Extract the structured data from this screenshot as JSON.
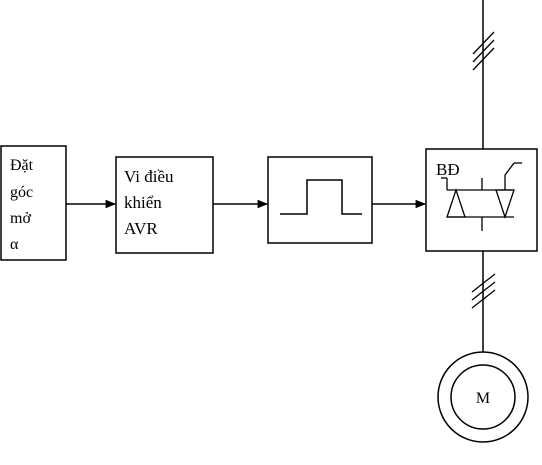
{
  "blocks": {
    "set_angle": {
      "lines": [
        "Đặt",
        "góc",
        "mở",
        "α"
      ]
    },
    "avr": {
      "lines": [
        "Vi điều",
        "khiển",
        "AVR"
      ]
    },
    "converter": {
      "label": "BĐ"
    },
    "motor": {
      "label": "M"
    }
  }
}
